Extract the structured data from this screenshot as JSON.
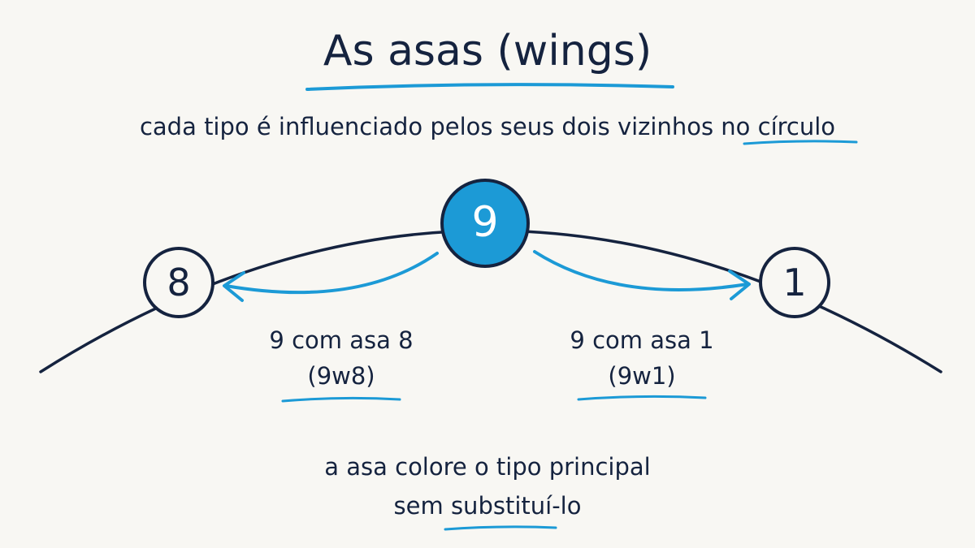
{
  "title": {
    "text": "As asas (wings)"
  },
  "subtitle": {
    "part1": "cada tipo é influenciado pelos seus dois vizinhos ",
    "highlight": "no círculo"
  },
  "nodes": {
    "center": "9",
    "left": "8",
    "right": "1"
  },
  "wings": {
    "left": {
      "line1": "9 com asa 8",
      "line2": "(9w8)"
    },
    "right": {
      "line1": "9 com asa 1",
      "line2": "(9w1)"
    }
  },
  "footer": {
    "line1": "a asa colore o tipo principal",
    "line2_prefix": "sem ",
    "line2_highlight": "substituí-lo"
  },
  "colors": {
    "ink": "#15233f",
    "accent": "#1c9ad6",
    "background": "#f8f7f3"
  }
}
